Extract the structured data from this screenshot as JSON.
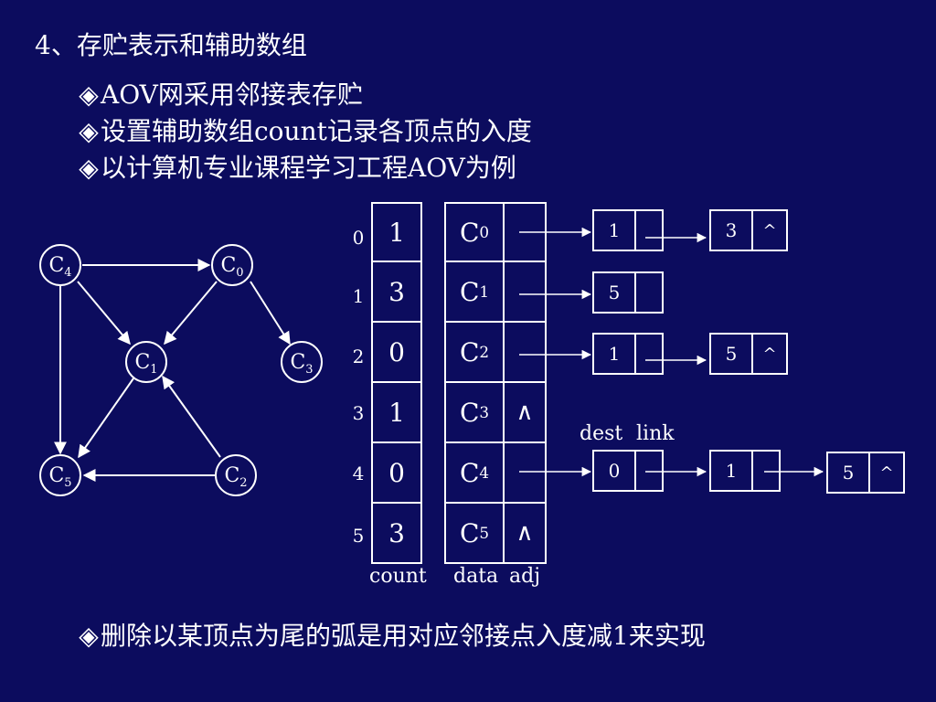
{
  "title": "4、存贮表示和辅助数组",
  "bullets": {
    "marker": "◈",
    "b1": "AOV网采用邻接表存贮",
    "b2": "设置辅助数组count记录各顶点的入度",
    "b3": "以计算机专业课程学习工程AOV为例",
    "b4": "删除以某顶点为尾的弧是用对应邻接点入度减1来实现"
  },
  "graph": {
    "c0": "C",
    "c0s": "0",
    "c1": "C",
    "c1s": "1",
    "c2": "C",
    "c2s": "2",
    "c3": "C",
    "c3s": "3",
    "c4": "C",
    "c4s": "4",
    "c5": "C",
    "c5s": "5"
  },
  "indices": [
    "0",
    "1",
    "2",
    "3",
    "4",
    "5"
  ],
  "count": [
    "1",
    "3",
    "0",
    "1",
    "0",
    "3"
  ],
  "vertices": [
    {
      "name": "C",
      "sub": "0",
      "adj": ""
    },
    {
      "name": "C",
      "sub": "1",
      "adj": ""
    },
    {
      "name": "C",
      "sub": "2",
      "adj": ""
    },
    {
      "name": "C",
      "sub": "3",
      "adj": "∧"
    },
    {
      "name": "C",
      "sub": "4",
      "adj": ""
    },
    {
      "name": "C",
      "sub": "5",
      "adj": "∧"
    }
  ],
  "labels": {
    "count": "count",
    "data": "data",
    "adj": "adj",
    "dest": "dest",
    "link": "link"
  },
  "lists": {
    "r0": [
      {
        "dest": "1",
        "link": ""
      },
      {
        "dest": "3",
        "link": "^"
      }
    ],
    "r1": [
      {
        "dest": "5",
        "link": ""
      }
    ],
    "r2": [
      {
        "dest": "1",
        "link": ""
      },
      {
        "dest": "5",
        "link": "^"
      }
    ],
    "r4": [
      {
        "dest": "0",
        "link": ""
      },
      {
        "dest": "1",
        "link": ""
      },
      {
        "dest": "5",
        "link": "^"
      }
    ]
  },
  "colors": {
    "background": "#0c0c5e",
    "foreground": "#ffffff"
  }
}
